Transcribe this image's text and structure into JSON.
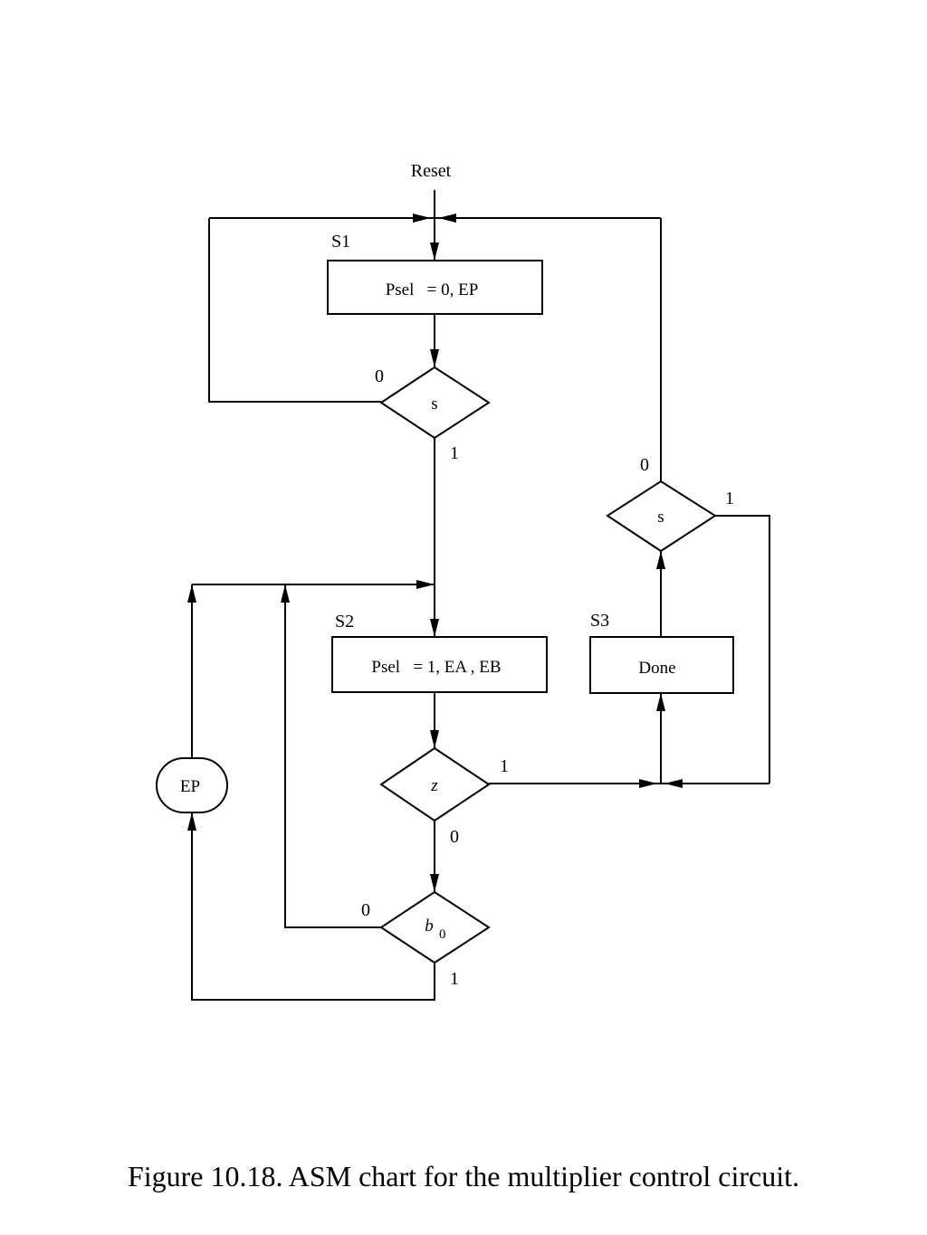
{
  "reset_label": "Reset",
  "states": {
    "s1": {
      "name": "S1",
      "action": "Psel   = 0, EP"
    },
    "s2": {
      "name": "S2",
      "action": "Psel   = 1, EA , EB"
    },
    "s3": {
      "name": "S3",
      "action": "Done"
    }
  },
  "decisions": {
    "s_top": {
      "condition": "s",
      "false_label": "0",
      "true_label": "1"
    },
    "s_right": {
      "condition": "s",
      "false_label": "0",
      "true_label": "1"
    },
    "z": {
      "condition": "z",
      "true_label": "1",
      "false_label": "0"
    },
    "b0": {
      "condition": "b",
      "subscript": "0",
      "false_label": "0",
      "true_label": "1"
    }
  },
  "conditional_output": {
    "label": "EP"
  },
  "caption": "Figure 10.18.  ASM chart for the multiplier control circuit."
}
